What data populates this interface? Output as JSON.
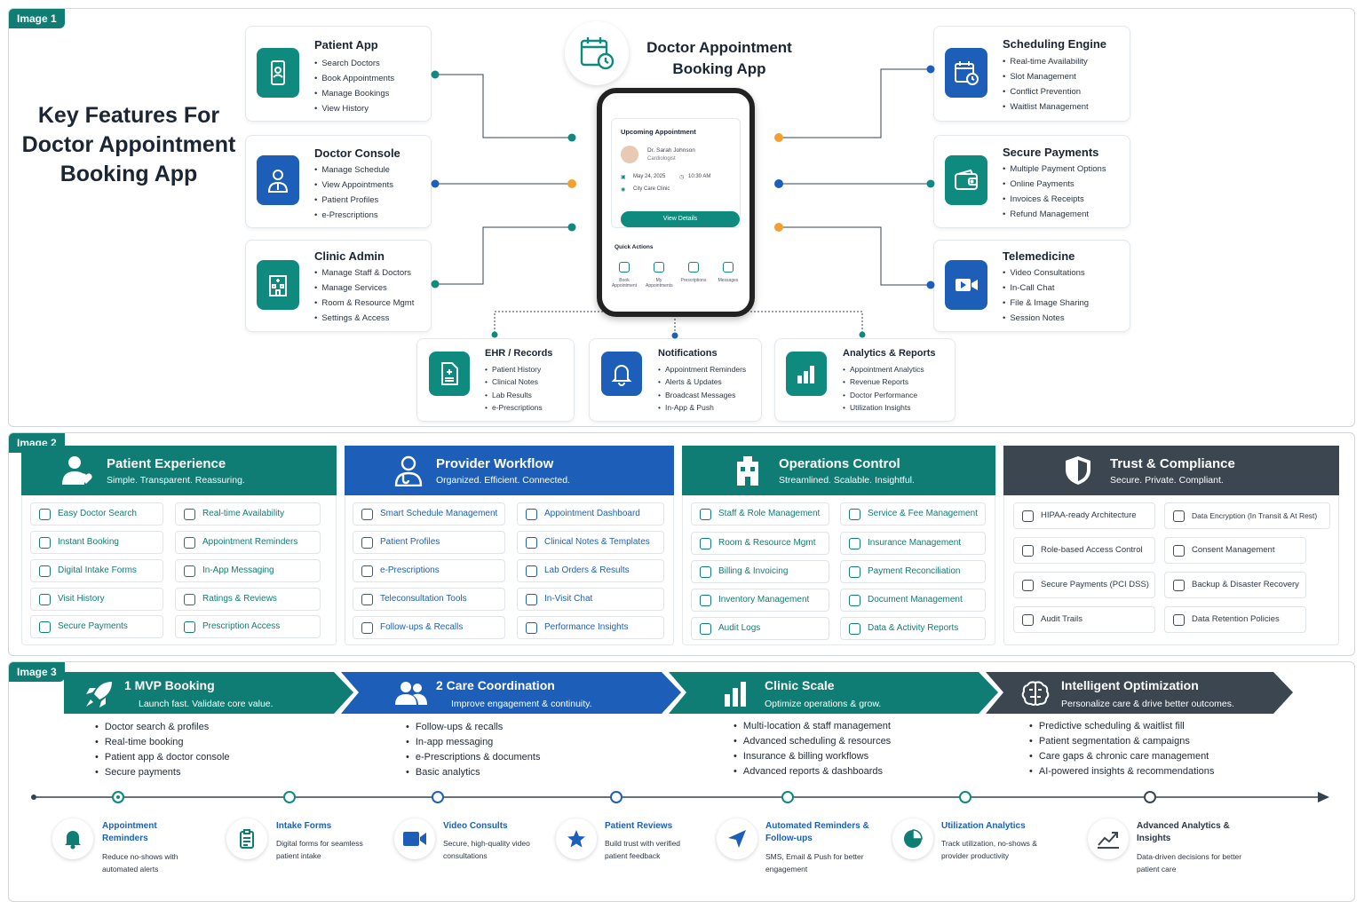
{
  "image_tags": [
    "Image 1",
    "Image 2",
    "Image 3"
  ],
  "image1": {
    "title": "Key Features For Doctor Appointment Booking App",
    "app_title": "Doctor Appointment Booking App",
    "icons": {
      "app_logo": "calendar-clock-icon"
    },
    "left_cards": [
      {
        "title": "Patient App",
        "icon": "smartphone-user-icon",
        "color": "teal",
        "items": [
          "Search Doctors",
          "Book Appointments",
          "Manage Bookings",
          "View History"
        ]
      },
      {
        "title": "Doctor Console",
        "icon": "doctor-icon",
        "color": "blue",
        "items": [
          "Manage Schedule",
          "View Appointments",
          "Patient Profiles",
          "e-Prescriptions"
        ]
      },
      {
        "title": "Clinic Admin",
        "icon": "building-icon",
        "color": "teal",
        "items": [
          "Manage Staff & Doctors",
          "Manage Services",
          "Room & Resource Mgmt",
          "Settings & Access"
        ]
      }
    ],
    "right_cards": [
      {
        "title": "Scheduling Engine",
        "icon": "calendar-clock-icon",
        "color": "blue",
        "items": [
          "Real-time Availability",
          "Slot Management",
          "Conflict Prevention",
          "Waitlist Management"
        ]
      },
      {
        "title": "Secure Payments",
        "icon": "wallet-icon",
        "color": "teal",
        "items": [
          "Multiple Payment Options",
          "Online Payments",
          "Invoices & Receipts",
          "Refund Management"
        ]
      },
      {
        "title": "Telemedicine",
        "icon": "video-camera-icon",
        "color": "blue",
        "items": [
          "Video Consultations",
          "In-Call Chat",
          "File & Image Sharing",
          "Session Notes"
        ]
      }
    ],
    "bottom_cards": [
      {
        "title": "EHR / Records",
        "icon": "medical-record-icon",
        "color": "teal",
        "items": [
          "Patient History",
          "Clinical Notes",
          "Lab Results",
          "e-Prescriptions"
        ]
      },
      {
        "title": "Notifications",
        "icon": "bell-icon",
        "color": "blue",
        "items": [
          "Appointment Reminders",
          "Alerts & Updates",
          "Broadcast Messages",
          "In-App & Push"
        ]
      },
      {
        "title": "Analytics & Reports",
        "icon": "bar-chart-icon",
        "color": "teal",
        "items": [
          "Appointment Analytics",
          "Revenue Reports",
          "Doctor Performance",
          "Utilization Insights"
        ]
      }
    ],
    "phone": {
      "card_title": "Upcoming Appointment",
      "doctor": "Dr. Sarah Johnson",
      "specialty": "Cardiologist",
      "date": "May 24, 2025",
      "time": "10:30 AM",
      "clinic": "City Care Clinic",
      "button": "View Details",
      "quick_actions_title": "Quick Actions",
      "quick_actions": [
        "Book Appointment",
        "My Appointments",
        "Prescriptions",
        "Messages"
      ]
    }
  },
  "image2": {
    "columns": [
      {
        "title": "Patient Experience",
        "subtitle": "Simple. Transparent. Reassuring.",
        "icon": "patient-heart-icon",
        "color": "#0f7d73",
        "items": [
          "Easy Doctor Search",
          "Real-time Availability",
          "Instant Booking",
          "Appointment Reminders",
          "Digital Intake Forms",
          "In-App Messaging",
          "Visit History",
          "Ratings & Reviews",
          "Secure Payments",
          "Prescription Access"
        ]
      },
      {
        "title": "Provider Workflow",
        "subtitle": "Organized. Efficient. Connected.",
        "icon": "doctor-icon",
        "color": "#1d5fb8",
        "items": [
          "Smart Schedule Management",
          "Appointment Dashboard",
          "Patient Profiles",
          "Clinical Notes & Templates",
          "e-Prescriptions",
          "Lab Orders & Results",
          "Teleconsultation Tools",
          "In-Visit Chat",
          "Follow-ups & Recalls",
          "Performance Insights"
        ]
      },
      {
        "title": "Operations Control",
        "subtitle": "Streamlined. Scalable. Insightful.",
        "icon": "building-icon",
        "color": "#0f7d73",
        "items": [
          "Staff & Role Management",
          "Service & Fee Management",
          "Room & Resource Mgmt",
          "Insurance Management",
          "Billing & Invoicing",
          "Payment Reconciliation",
          "Inventory Management",
          "Document Management",
          "Audit Logs",
          "Data & Activity Reports"
        ]
      },
      {
        "title": "Trust & Compliance",
        "subtitle": "Secure. Private. Compliant.",
        "icon": "shield-icon",
        "color": "#3b4651",
        "items": [
          "HIPAA-ready Architecture",
          "Data Encryption (In Transit & At Rest)",
          "Role-based Access Control",
          "Consent Management",
          "Secure Payments (PCI DSS)",
          "Backup & Disaster Recovery",
          "Audit Trails",
          "Data Retention Policies"
        ]
      }
    ]
  },
  "image3": {
    "phases": [
      {
        "title": "1  MVP Booking",
        "subtitle": "Launch fast. Validate core value.",
        "icon": "rocket-icon",
        "color": "#0f7d73",
        "items": [
          "Doctor search & profiles",
          "Real-time booking",
          "Patient app & doctor console",
          "Secure payments"
        ]
      },
      {
        "title": "2  Care Coordination",
        "subtitle": "Improve engagement & continuity.",
        "icon": "users-icon",
        "color": "#1d5fb8",
        "items": [
          "Follow-ups & recalls",
          "In-app messaging",
          "e-Prescriptions & documents",
          "Basic analytics"
        ]
      },
      {
        "title": "Clinic Scale",
        "subtitle": "Optimize operations & grow.",
        "icon": "bar-chart-icon",
        "color": "#0f7d73",
        "items": [
          "Multi-location & staff management",
          "Advanced scheduling & resources",
          "Insurance & billing workflows",
          "Advanced reports & dashboards"
        ]
      },
      {
        "title": "Intelligent Optimization",
        "subtitle": "Personalize care & drive better outcomes.",
        "icon": "brain-icon",
        "color": "#3b4651",
        "items": [
          "Predictive scheduling & waitlist fill",
          "Patient segmentation & campaigns",
          "Care gaps & chronic care management",
          "AI-powered insights & recommendations"
        ]
      }
    ],
    "milestones": [
      {
        "title": "Appointment Reminders",
        "desc": "Reduce no-shows with automated alerts",
        "icon": "bell-icon"
      },
      {
        "title": "Intake Forms",
        "desc": "Digital forms for seamless patient intake",
        "icon": "clipboard-icon"
      },
      {
        "title": "Video Consults",
        "desc": "Secure, high-quality video consultations",
        "icon": "video-camera-icon"
      },
      {
        "title": "Patient Reviews",
        "desc": "Build trust with verified patient feedback",
        "icon": "star-icon"
      },
      {
        "title": "Automated Reminders & Follow-ups",
        "desc": "SMS, Email & Push for better engagement",
        "icon": "send-icon"
      },
      {
        "title": "Utilization Analytics",
        "desc": "Track utilization, no-shows & provider productivity",
        "icon": "pie-chart-icon"
      },
      {
        "title": "Advanced Analytics & Insights",
        "desc": "Data-driven decisions for better patient care",
        "icon": "trend-chart-icon"
      }
    ],
    "colors": {
      "teal": "#0f7d73",
      "blue": "#1d5fb8",
      "dark": "#3b4651"
    }
  }
}
